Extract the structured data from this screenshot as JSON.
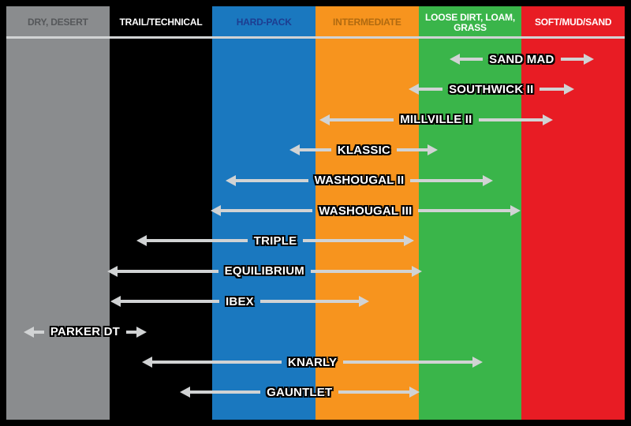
{
  "palette": {
    "border": "#000000",
    "arrow": "#d1d3d4",
    "label_text": "#ffffff",
    "label_outline": "#000000"
  },
  "columns": [
    {
      "label": "DRY, DESERT",
      "bg": "#8a8c8e",
      "fg": "#55575a"
    },
    {
      "label": "TRAIL/TECHNICAL",
      "bg": "#000000",
      "fg": "#ffffff"
    },
    {
      "label": "HARD-PACK",
      "bg": "#1a78bf",
      "fg": "#1d3d91"
    },
    {
      "label": "INTERMEDIATE",
      "bg": "#f7941e",
      "fg": "#b06a10"
    },
    {
      "label": "LOOSE DIRT, LOAM, GRASS",
      "bg": "#3ab54a",
      "fg": "#ffffff"
    },
    {
      "label": "SOFT/MUD/SAND",
      "bg": "#e81c24",
      "fg": "#ffffff"
    }
  ],
  "chart_data": {
    "type": "range",
    "description": "Tire models and the span of terrain conditions each covers, from dry/desert through soft/mud/sand",
    "categories": [
      "DRY, DESERT",
      "TRAIL/TECHNICAL",
      "HARD-PACK",
      "INTERMEDIATE",
      "LOOSE DIRT, LOAM, GRASS",
      "SOFT/MUD/SAND"
    ],
    "axis_units": "terrain column index 0-6; fractional values are positions within a column",
    "xlim": [
      0,
      6
    ],
    "series": [
      {
        "name": "SAND MAD",
        "start": 4.3,
        "end": 5.7
      },
      {
        "name": "SOUTHWICK II",
        "start": 3.9,
        "end": 5.51
      },
      {
        "name": "MILLVILLE II",
        "start": 3.04,
        "end": 5.3
      },
      {
        "name": "KLASSIC",
        "start": 2.75,
        "end": 4.19
      },
      {
        "name": "WASHOUGAL II",
        "start": 2.13,
        "end": 4.72
      },
      {
        "name": "WASHOUGAL III",
        "start": 1.98,
        "end": 4.99
      },
      {
        "name": "TRIPLE",
        "start": 1.26,
        "end": 3.96
      },
      {
        "name": "EQUILIBRIUM",
        "start": 0.98,
        "end": 4.03
      },
      {
        "name": "IBEX",
        "start": 1.01,
        "end": 3.52
      },
      {
        "name": "PARKER DT",
        "start": 0.17,
        "end": 1.36
      },
      {
        "name": "KNARLY",
        "start": 1.32,
        "end": 4.62
      },
      {
        "name": "GAUNTLET",
        "start": 1.68,
        "end": 4.01
      }
    ]
  }
}
